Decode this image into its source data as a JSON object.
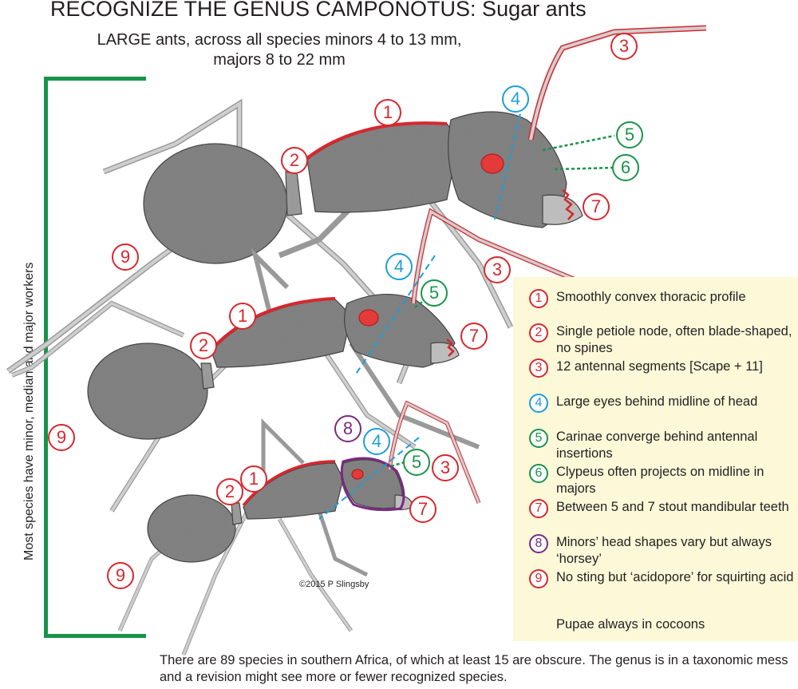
{
  "title": "RECOGNIZE THE GENUS CAMPONOTUS: Sugar ants",
  "subtitle_line1": "LARGE ants, across all species minors 4 to 13 mm,",
  "subtitle_line2": "majors 8 to 22 mm",
  "side_label": "Most species have minor, median and major workers",
  "copyright": "©2015 P Slingsby",
  "legend": [
    {
      "num": "1",
      "color": "red",
      "text": "Smoothly convex thoracic profile"
    },
    {
      "num": "2",
      "color": "red",
      "text": "Single petiole node, often blade-shaped, no spines"
    },
    {
      "num": "3",
      "color": "red",
      "text": "12 antennal segments [Scape + 11]"
    },
    {
      "num": "4",
      "color": "blue",
      "text": "Large eyes behind midline of head"
    },
    {
      "num": "5",
      "color": "green",
      "text": "Carinae converge behind antennal insertions"
    },
    {
      "num": "6",
      "color": "green",
      "text": "Clypeus often projects on midline in majors"
    },
    {
      "num": "7",
      "color": "red",
      "text": "Between 5 and 7 stout mandibular teeth"
    },
    {
      "num": "8",
      "color": "purple",
      "text": "Minors’ head shapes vary but always ‘horsey’"
    },
    {
      "num": "9",
      "color": "red",
      "text": "No sting but ‘acidopore’ for squirting acid"
    }
  ],
  "pupae_note": "Pupae always in cocoons",
  "footer": "There are 89 species in southern Africa, of which at least 15 are obscure. The genus is in a taxonomic mess and a revision might see more or fewer recognized species.",
  "callouts": {
    "major": [
      "1",
      "2",
      "3",
      "4",
      "5",
      "6",
      "7",
      "9",
      "3"
    ],
    "median": [
      "1",
      "2",
      "4",
      "5",
      "7",
      "9"
    ],
    "minor": [
      "1",
      "2",
      "3",
      "4",
      "5",
      "7",
      "8",
      "9"
    ]
  },
  "colors": {
    "red": "#d7272e",
    "blue": "#1e9ed8",
    "green": "#1a9449",
    "purple": "#7a2a82",
    "ant_body": "#7a7a7a",
    "bracket": "#17944a",
    "legend_bg": "#fcf8d8"
  }
}
